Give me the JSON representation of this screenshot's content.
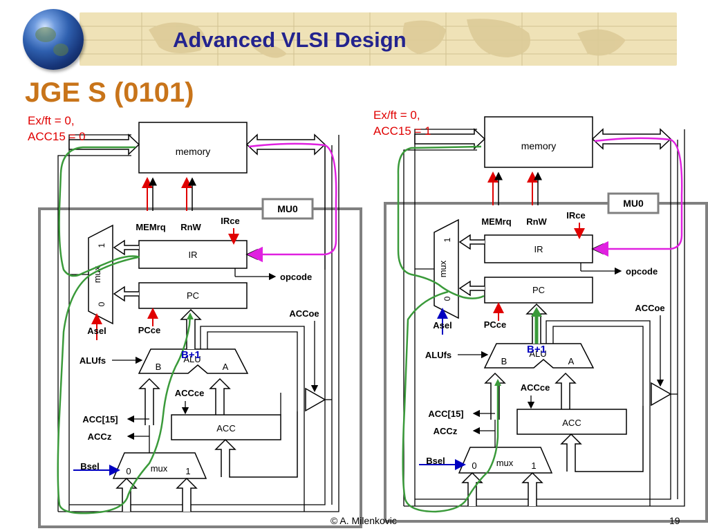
{
  "header": {
    "course_title": "Advanced VLSI Design"
  },
  "slide": {
    "title": "JGE S (0101)"
  },
  "conditions": {
    "left": {
      "line1": "Ex/ft = 0,",
      "line2": "ACC15 = 0"
    },
    "right": {
      "line1": "Ex/ft = 0,",
      "line2": "ACC15 = 1"
    }
  },
  "diagram_labels": {
    "memory": "memory",
    "mu0": "MU0",
    "memrq": "MEMrq",
    "rnw": "RnW",
    "irce": "IRce",
    "ir": "IR",
    "opcode": "opcode",
    "pc": "PC",
    "mux": "mux",
    "mux_in1": "1",
    "mux_in0": "0",
    "asel": "Asel",
    "pcce": "PCce",
    "accoe": "ACCoe",
    "alufs": "ALUfs",
    "alu": "ALU",
    "alu_b": "B",
    "alu_a": "A",
    "pc_increment": "B+1",
    "accce": "ACCce",
    "acc": "ACC",
    "acc15": "ACC[15]",
    "accz": "ACCz",
    "bsel": "Bsel",
    "bmux": "mux",
    "bmux_in0": "0",
    "bmux_in1": "1"
  },
  "footer": {
    "author": "© A. Milenkovic",
    "page": "19"
  },
  "colors": {
    "title_orange": "#c8741a",
    "header_navy": "#23238e",
    "condition_red": "#e00000",
    "path_green": "#3a9a3a",
    "path_magenta": "#e020e0",
    "control_blue": "#0000c0",
    "banner_tan": "#efe2b7"
  }
}
